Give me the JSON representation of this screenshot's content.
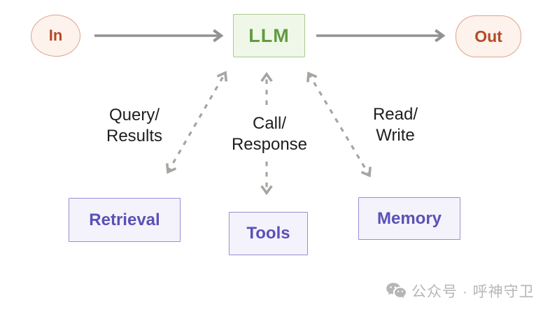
{
  "diagram": {
    "type": "flow-diagram",
    "description": "LLM agent architecture: input flows through an LLM to output, with the LLM exchanging data bidirectionally with Retrieval, Tools and Memory components",
    "nodes": {
      "in": {
        "label": "In",
        "shape": "oval",
        "role": "input"
      },
      "llm": {
        "label": "LLM",
        "shape": "rect",
        "role": "model"
      },
      "out": {
        "label": "Out",
        "shape": "pill",
        "role": "output"
      },
      "retrieval": {
        "label": "Retrieval",
        "shape": "rect",
        "role": "component"
      },
      "tools": {
        "label": "Tools",
        "shape": "rect",
        "role": "component"
      },
      "memory": {
        "label": "Memory",
        "shape": "rect",
        "role": "component"
      }
    },
    "edges": [
      {
        "from": "In",
        "to": "LLM",
        "style": "solid",
        "direction": "one-way"
      },
      {
        "from": "LLM",
        "to": "Out",
        "style": "solid",
        "direction": "one-way"
      },
      {
        "from": "LLM",
        "to": "Retrieval",
        "style": "dashed",
        "direction": "two-way",
        "label": "Query/Results"
      },
      {
        "from": "LLM",
        "to": "Tools",
        "style": "dashed",
        "direction": "two-way",
        "label": "Call/Response"
      },
      {
        "from": "LLM",
        "to": "Memory",
        "style": "dashed",
        "direction": "two-way",
        "label": "Read/Write"
      }
    ],
    "edge_labels": {
      "query_results": [
        "Query/",
        "Results"
      ],
      "call_response": [
        "Call/",
        "Response"
      ],
      "read_write": [
        "Read/",
        "Write"
      ]
    },
    "colors": {
      "background": "#ffffff",
      "io_fill": "#fdf2ec",
      "io_border": "#dda48c",
      "io_text": "#b34a28",
      "llm_fill": "#eff7e8",
      "llm_border": "#a9c98b",
      "llm_text": "#629b41",
      "component_fill": "#f4f3fb",
      "component_border": "#968fd5",
      "component_text": "#5a51b6",
      "solid_arrow": "#929292",
      "dashed_arrow": "#a7a5a0",
      "label_text": "#1e1e1e"
    }
  },
  "watermark": {
    "icon": "wechat-icon",
    "text": "公众号 · 呼神守卫"
  }
}
